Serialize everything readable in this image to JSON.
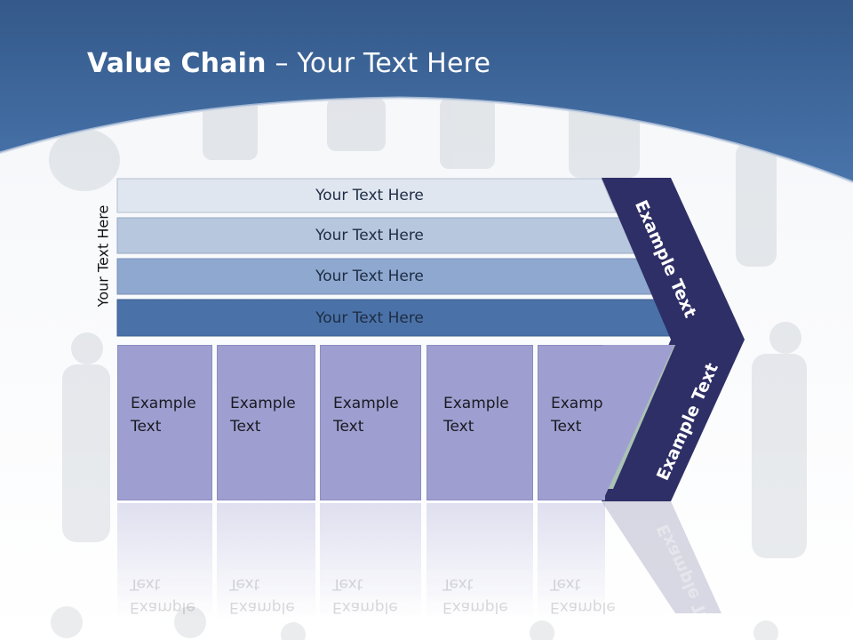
{
  "title": {
    "bold": "Value Chain",
    "rest": " – Your Text Here"
  },
  "side_label": "Your Text Here",
  "bars": [
    {
      "label": "Your Text Here"
    },
    {
      "label": "Your Text Here"
    },
    {
      "label": "Your Text Here"
    },
    {
      "label": "Your Text Here"
    }
  ],
  "boxes": [
    {
      "line1": "Example",
      "line2": "Text"
    },
    {
      "line1": "Example",
      "line2": "Text"
    },
    {
      "line1": "Example",
      "line2": "Text"
    },
    {
      "line1": "Example",
      "line2": "Text"
    },
    {
      "line1": "Example",
      "line2": "Text"
    }
  ],
  "chevron": {
    "upper_label": "Example Text",
    "lower_label": "Example Text"
  },
  "colors": {
    "header": "#3e689c",
    "bar_1": "#dfe6f0",
    "bar_2": "#b7c7de",
    "bar_3": "#8ea8cf",
    "bar_4": "#4a72a8",
    "boxes": "#9e9fd0",
    "chevron": "#2f2f67"
  }
}
